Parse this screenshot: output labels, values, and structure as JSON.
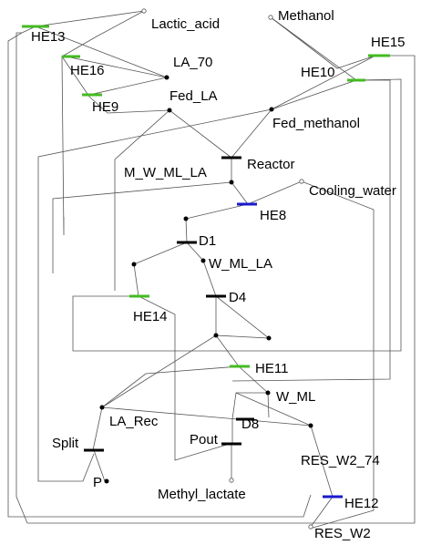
{
  "colors": {
    "heater_green": "#44bb22",
    "exchanger_blue": "#1a1acc",
    "block_black": "#000000",
    "stream": "#555555"
  },
  "labels": {
    "lactic_acid": "Lactic_acid",
    "methanol": "Methanol",
    "he13": "HE13",
    "he15": "HE15",
    "he16": "HE16",
    "la_70": "LA_70",
    "he10": "HE10",
    "he9": "HE9",
    "fed_la": "Fed_LA",
    "fed_methanol": "Fed_methanol",
    "reactor": "Reactor",
    "m_w_ml_la": "M_W_ML_LA",
    "cooling_water": "Cooling_water",
    "he8": "HE8",
    "d1": "D1",
    "w_ml_la": "W_ML_LA",
    "d4": "D4",
    "he14": "HE14",
    "he11": "HE11",
    "w_ml": "W_ML",
    "d8": "D8",
    "la_rec": "LA_Rec",
    "pout": "Pout",
    "split": "Split",
    "res_w2_74": "RES_W2_74",
    "p": "P",
    "methyl_lactate": "Methyl_lactate",
    "he12": "HE12",
    "res_w2": "RES_W2"
  }
}
